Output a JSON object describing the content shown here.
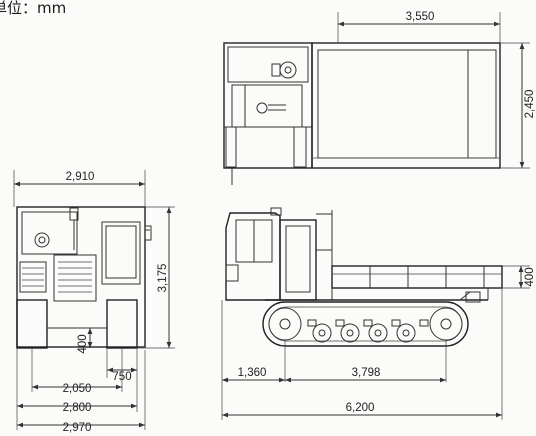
{
  "unit_label": "単位：mm",
  "dimensions": {
    "top_length": "3,550",
    "top_width": "2,450",
    "front_overall_width": "2,910",
    "front_height": "3,175",
    "front_ground_clearance": "400",
    "front_track_width": "750",
    "front_gauge": "2,050",
    "front_width_2800": "2,800",
    "front_width_2970": "2,970",
    "side_bed_height": "400",
    "side_front_overhang": "1,360",
    "side_wheelbase": "3,798",
    "side_overall_length": "6,200"
  },
  "colors": {
    "line": "#333333",
    "background": "#fbfbf9",
    "text": "#222222"
  }
}
